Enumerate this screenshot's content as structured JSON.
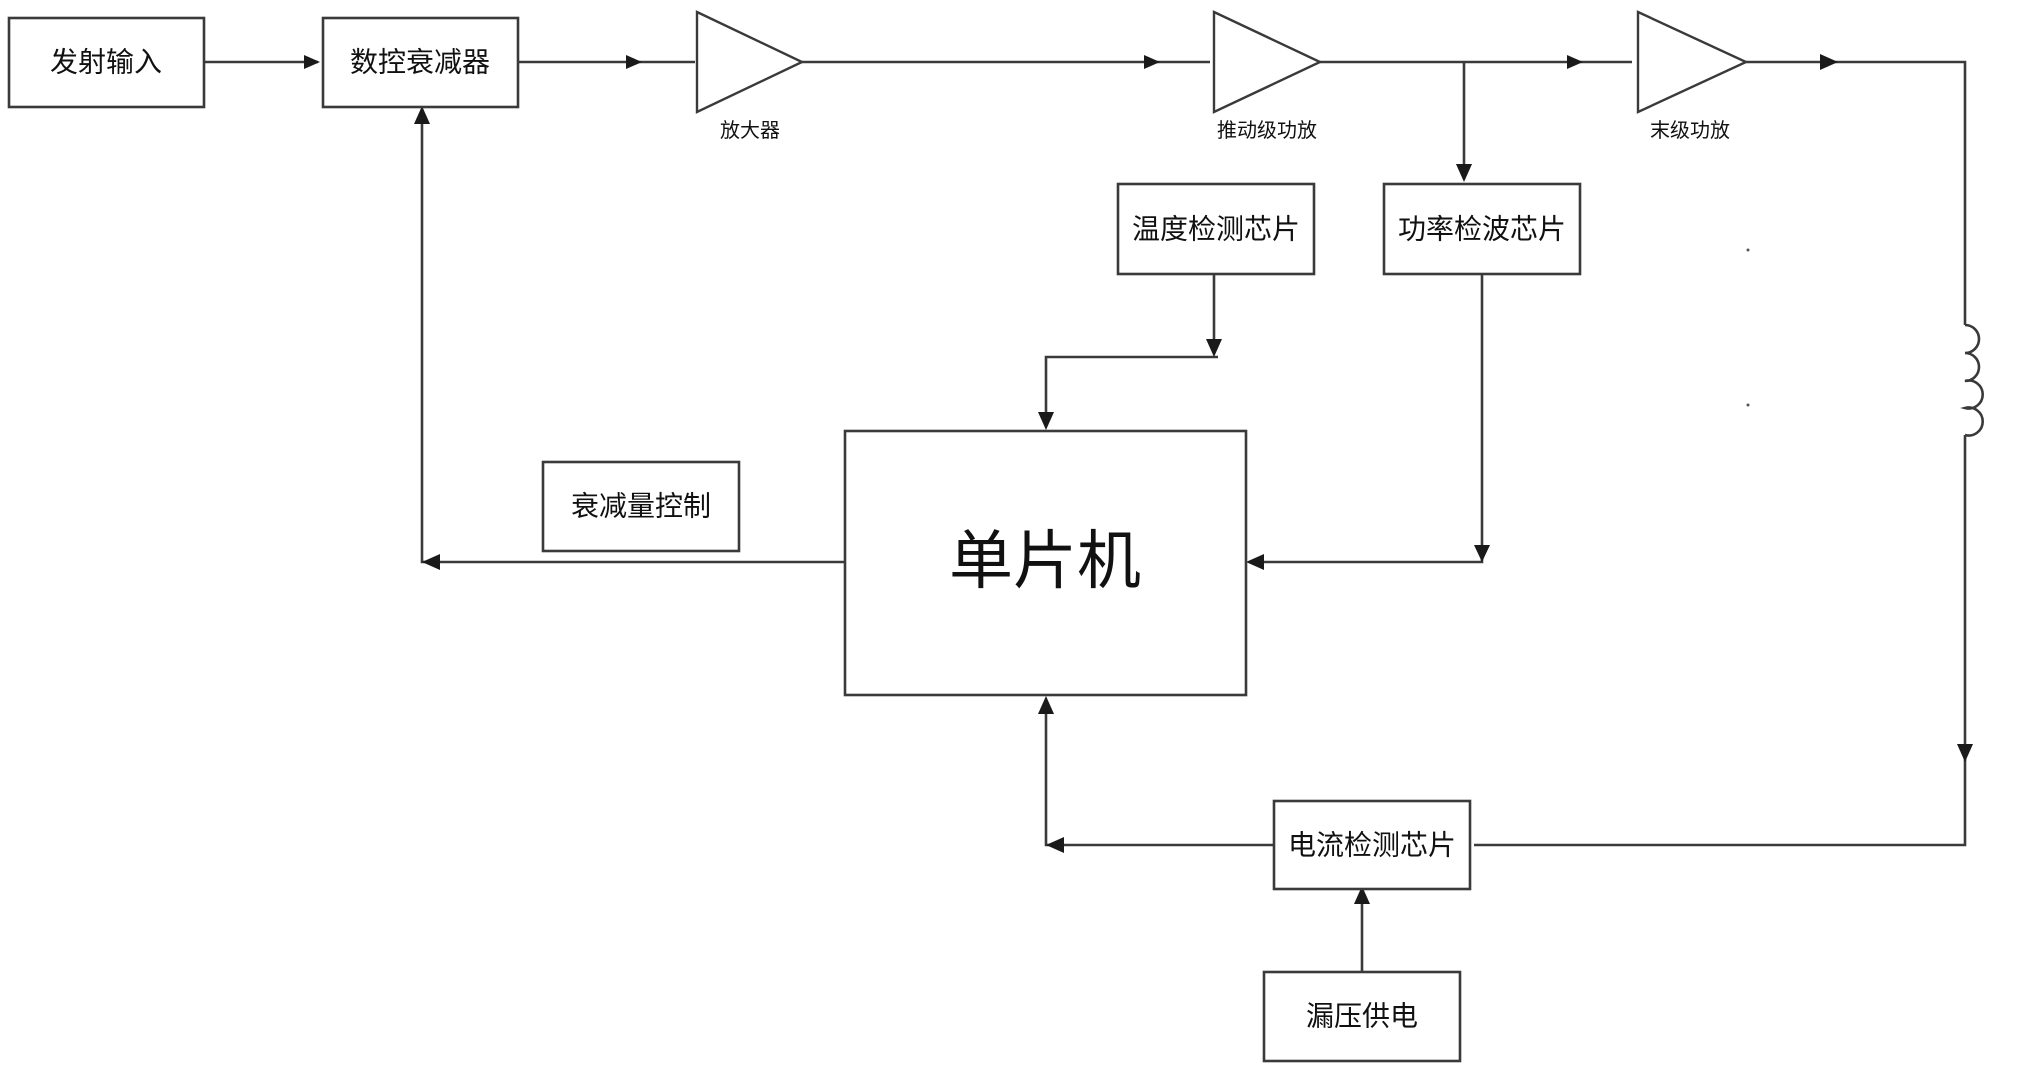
{
  "blocks": {
    "tx_input": "发射输入",
    "digital_attenuator": "数控衰减器",
    "temp_chip": "温度检测芯片",
    "power_detector_chip": "功率检波芯片",
    "mcu": "单片机",
    "atten_control": "衰减量控制",
    "current_chip": "电流检测芯片",
    "drain_supply": "漏压供电"
  },
  "amplifiers": {
    "amp1": "放大器",
    "driver_pa": "推动级功放",
    "final_pa": "末级功放"
  },
  "symbols": {
    "inductor": "inductor-icon",
    "amplifier": "triangle-amplifier-icon"
  },
  "colors": {
    "line": "#3a3a3a",
    "arrow": "#1a1a1a",
    "box_fill": "#ffffff"
  }
}
